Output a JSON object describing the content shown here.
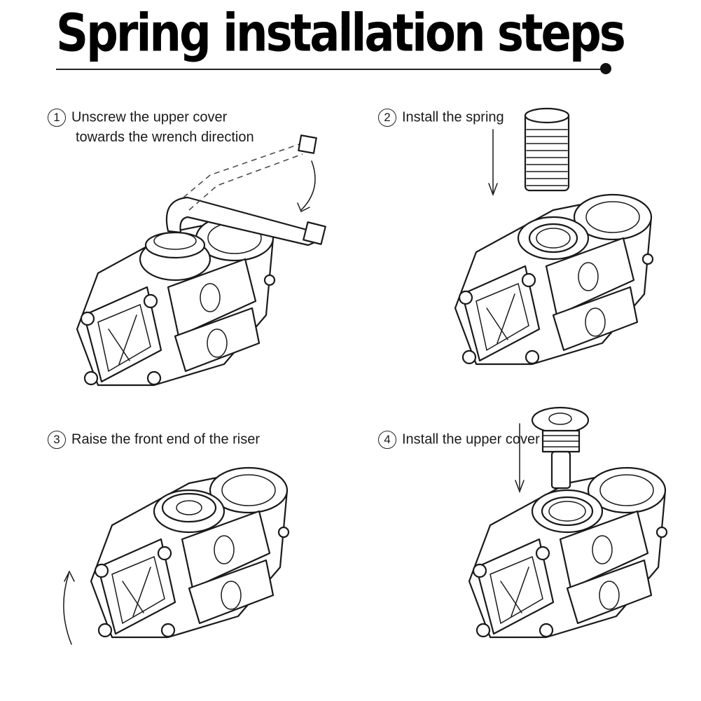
{
  "title": "Spring installation steps",
  "steps": [
    {
      "num": "1",
      "line1": "Unscrew the upper cover",
      "line2": "towards the wrench direction"
    },
    {
      "num": "2",
      "line1": "Install the spring"
    },
    {
      "num": "3",
      "line1": "Raise the front end of the riser"
    },
    {
      "num": "4",
      "line1": "Install the upper cover"
    }
  ]
}
